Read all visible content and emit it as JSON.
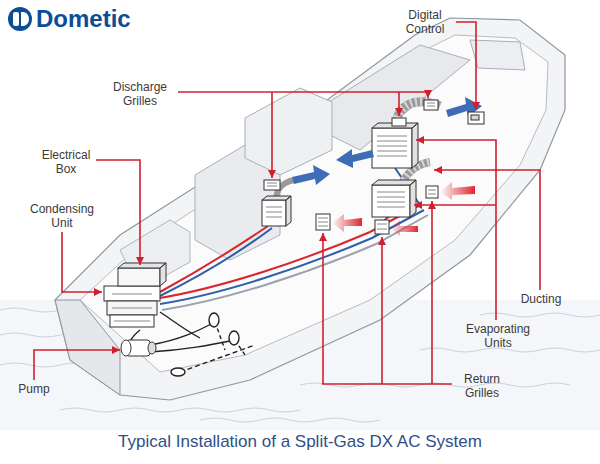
{
  "diagram": {
    "caption": "Typical Installation of a Split-Gas DX AC System",
    "labels": [
      "Dometic",
      "Digital Control",
      "Discharge Grilles",
      "Electrical Box",
      "Condensing Unit",
      "Ducting",
      "Evaporating Units",
      "Return Grilles",
      "Pump"
    ]
  }
}
